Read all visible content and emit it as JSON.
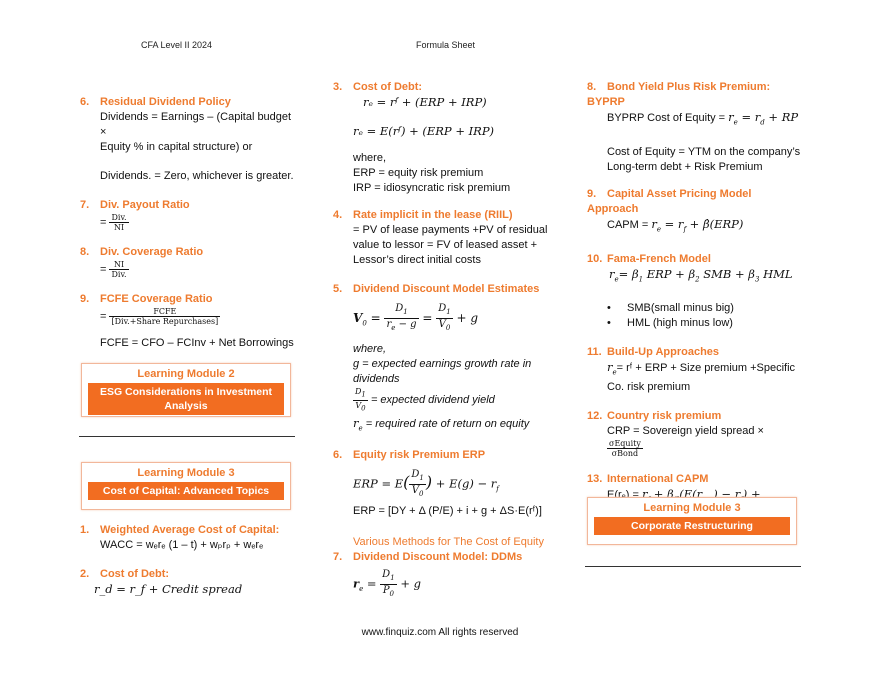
{
  "header": {
    "left": "CFA Level II 2024",
    "center": "Formula Sheet"
  },
  "footer": "www.finquiz.com All rights reserved",
  "col1": {
    "s6": {
      "num": "6.",
      "title": "Residual Dividend Policy",
      "l1": "Dividends = Earnings – (Capital budget ×",
      "l2": "Equity % in capital structure) or",
      "l3": "Dividends. = Zero, whichever is greater."
    },
    "s7": {
      "num": "7.",
      "title": "Div. Payout Ratio",
      "num_t": "Div.",
      "den_t": "NI"
    },
    "s8": {
      "num": "8.",
      "title": "Div. Coverage Ratio",
      "num_t": "NI",
      "den_t": "Div."
    },
    "s9": {
      "num": "9.",
      "title": "FCFE Coverage Ratio",
      "num_t": "FCFE",
      "den_t": "[Div.+Share Repurchases]",
      "fcfe": "FCFE = CFO – FCInv + Net Borrowings"
    },
    "lm2": {
      "title": "Learning Module 2",
      "body": "ESG Considerations in Investment Analysis"
    },
    "lm3": {
      "title": "Learning Module 3",
      "body": "Cost of Capital: Advanced Topics"
    },
    "w1": {
      "num": "1.",
      "title": "Weighted Average Cost of Capital:",
      "formula": "WACC = wₑrₑ (1 – t) + wₚrₚ + wₑrₑ"
    },
    "w2": {
      "num": "2.",
      "title": "Cost of Debt:",
      "formula": "r_d = r_f + Credit spread"
    }
  },
  "col2": {
    "s3": {
      "num": "3.",
      "title": "Cost of Debt:",
      "f1": "rₑ = rᶠ + (ERP + IRP)",
      "f2": "rₑ = E(rᶠ) + (ERP + IRP)",
      "where": "where,",
      "erp": "ERP = equity risk premium",
      "irp": "IRP = idiosyncratic risk premium"
    },
    "s4": {
      "num": "4.",
      "title": "Rate implicit in the lease (RIIL)",
      "l1": "= PV of lease payments +PV of residual",
      "l2": "value to lessor = FV of leased asset +",
      "l3": "Lessor’s direct initial costs"
    },
    "s5": {
      "num": "5.",
      "title": "Dividend Discount Model Estimates",
      "where": "where,",
      "g1": "g = expected earnings growth rate in",
      "g2": "dividends",
      "dy": "= expected dividend yield",
      "re": "= required rate of return on equity"
    },
    "s6": {
      "num": "6.",
      "title": "Equity risk Premium ERP",
      "f2": "ERP = [DY + Δ (P/E) + i + g + ΔS·E(rᶠ)]"
    },
    "various": "Various Methods for The Cost of Equity",
    "s7": {
      "num": "7.",
      "title": "Dividend Discount Model: DDMs"
    }
  },
  "col3": {
    "s8": {
      "num": "8.",
      "title": "Bond Yield Plus Risk Premium: BYPRP",
      "l1": "BYPRP Cost of Equity =",
      "l2": "Cost of Equity  = YTM on the company’s",
      "l3": "Long-term debt + Risk Premium"
    },
    "s9": {
      "num": "9.",
      "title": "Capital Asset Pricing Model Approach",
      "l1": "CAPM ="
    },
    "s10": {
      "num": "10.",
      "title": "Fama-French Model",
      "b1": "SMB(small minus big)",
      "b2": "HML (high minus low)"
    },
    "s11": {
      "num": "11.",
      "title": "Build-Up Approaches",
      "l1": "= rᶠ + ERP + Size premium +Specific",
      "l2": "Co. risk premium"
    },
    "s12": {
      "num": "12.",
      "title": "Country risk premium",
      "l1": "CRP = Sovereign yield spread ×",
      "num_t": "σEquity",
      "den_t": "σBond"
    },
    "s13": {
      "num": "13.",
      "title": "International CAPM",
      "l1": "E(rₑ) ="
    },
    "lm3": {
      "title": "Learning Module 3",
      "body": "Corporate Restructuring"
    }
  }
}
